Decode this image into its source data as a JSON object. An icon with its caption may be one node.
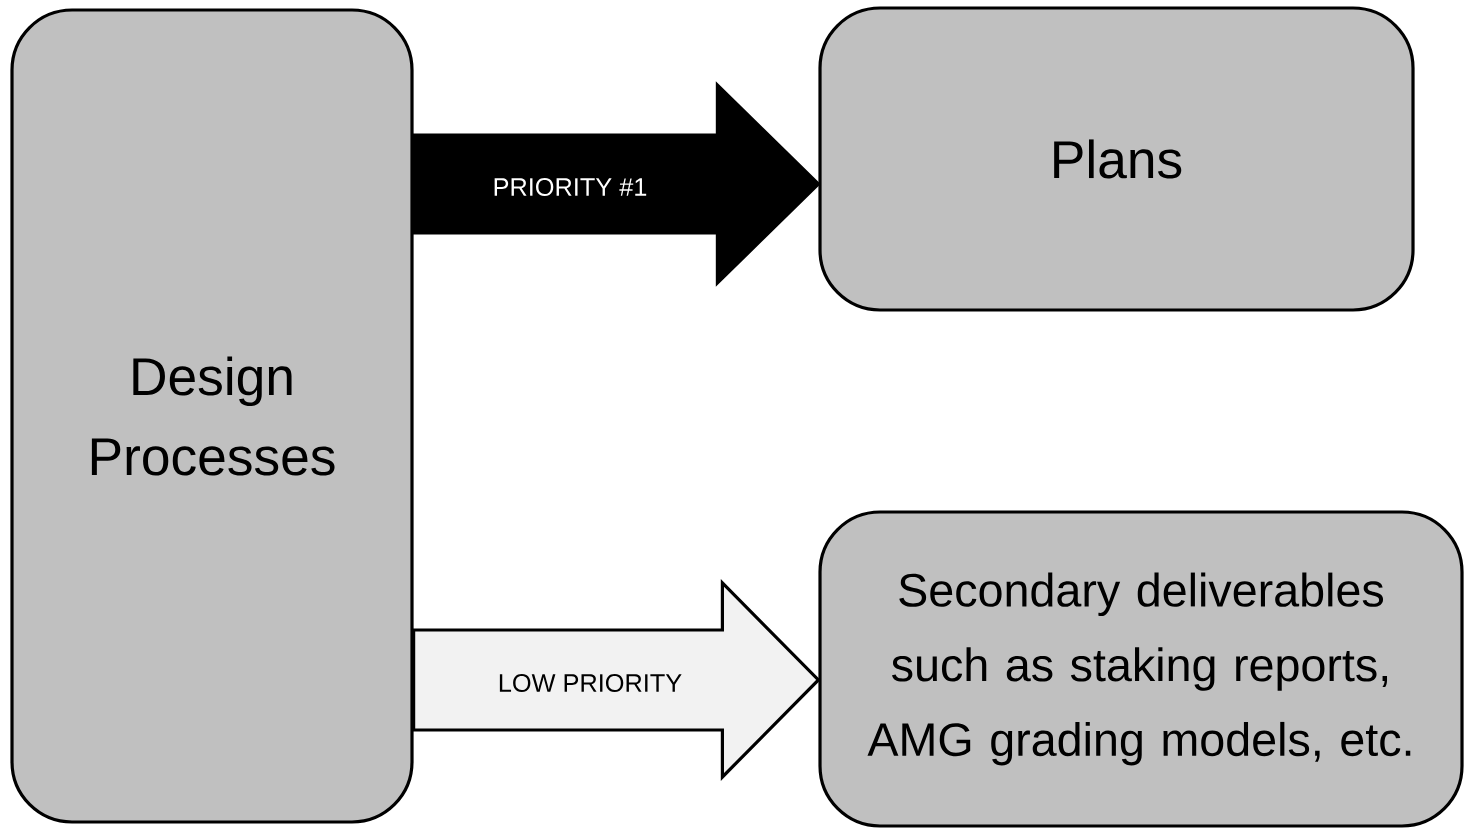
{
  "diagram": {
    "nodes": [
      {
        "text": [
          "Design Processes"
        ]
      },
      {
        "text": [
          "Plans"
        ]
      },
      {
        "text": [
          "Secondary deliverables such as staking reports, AMG grading models, etc."
        ]
      }
    ],
    "edges": [
      {
        "from": 0,
        "to": 1,
        "arrow": "to",
        "label": "PRIORITY #1",
        "color": "#000000"
      },
      {
        "from": 0,
        "to": 2,
        "arrow": "to",
        "label": "LOW PRIORITY",
        "color": "#f2f2f2"
      }
    ]
  }
}
